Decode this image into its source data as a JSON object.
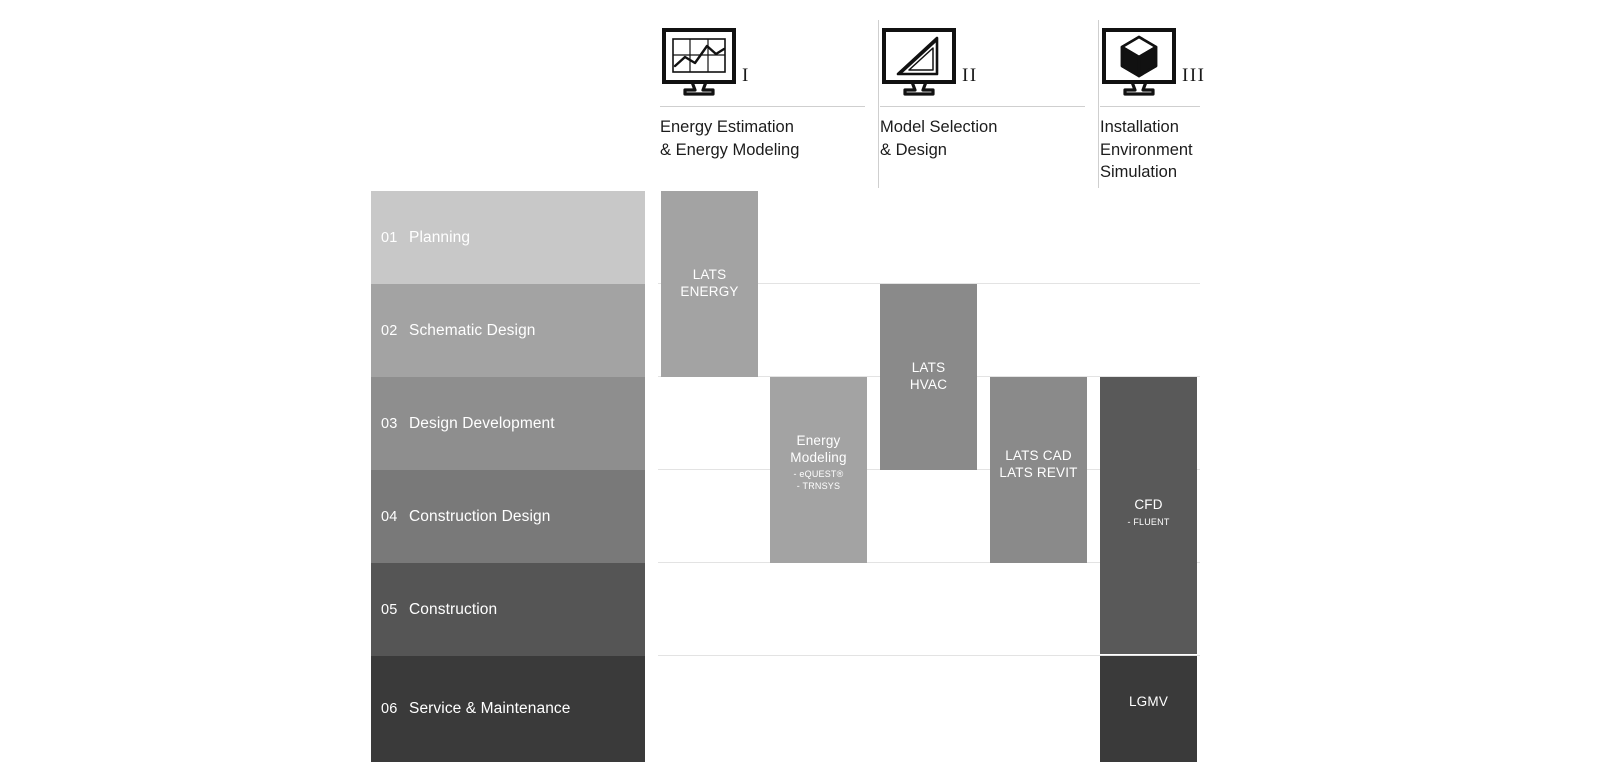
{
  "header": {
    "columns": [
      {
        "numeral": "I",
        "icon": "monitor-chart-icon",
        "label": "Energy Estimation\n& Energy Modeling"
      },
      {
        "numeral": "II",
        "icon": "monitor-set-square-icon",
        "label": "Model Selection\n& Design"
      },
      {
        "numeral": "III",
        "icon": "monitor-cube-icon",
        "label": "Installation\nEnvironment\nSimulation"
      }
    ]
  },
  "phases": [
    {
      "number": "01",
      "label": "Planning",
      "color": "#c8c8c8"
    },
    {
      "number": "02",
      "label": "Schematic Design",
      "color": "#a3a3a3"
    },
    {
      "number": "03",
      "label": "Design Development",
      "color": "#8e8e8e"
    },
    {
      "number": "04",
      "label": "Construction Design",
      "color": "#797979"
    },
    {
      "number": "05",
      "label": "Construction",
      "color": "#555555"
    },
    {
      "number": "06",
      "label": "Service & Maintenance",
      "color": "#3a3a3a"
    }
  ],
  "blocks": [
    {
      "title": "LATS\nENERGY",
      "sub": "",
      "color": "#a3a3a3"
    },
    {
      "title": "Energy\nModeling",
      "sub": "- eQUEST®\n- TRNSYS",
      "color": "#a3a3a3"
    },
    {
      "title": "LATS\nHVAC",
      "sub": "",
      "color": "#8a8a8a"
    },
    {
      "title": "LATS CAD\nLATS REVIT",
      "sub": "",
      "color": "#8a8a8a"
    },
    {
      "title": "CFD",
      "sub": "- FLUENT",
      "color": "#595959"
    },
    {
      "title": "LGMV",
      "sub": "",
      "color": "#3a3a3a"
    }
  ]
}
